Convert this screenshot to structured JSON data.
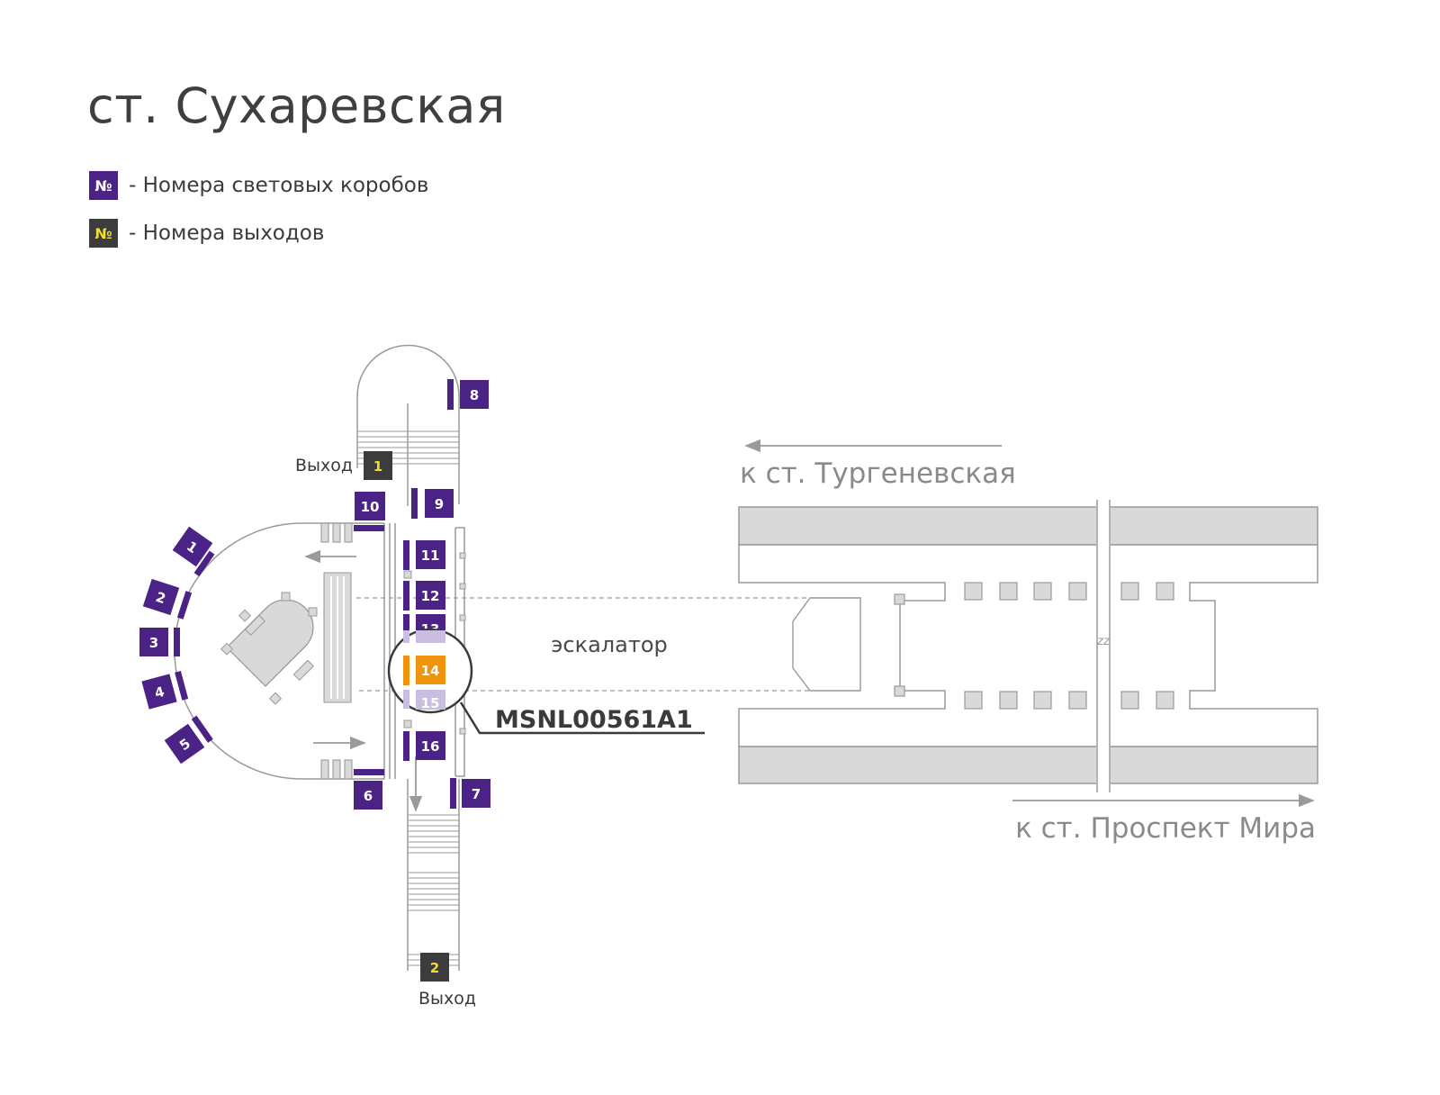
{
  "title": "ст. Сухаревская",
  "colors": {
    "lightbox": "#4b2386",
    "exit_bg": "#3c3c3c",
    "exit_text": "#f2dc2c",
    "highlight": "#f0930f",
    "faded": "#c9bde0",
    "line": "#9a9a9a",
    "track_fill": "#d9d9d9"
  },
  "legend": [
    {
      "badge": "№",
      "text": "- Номера световых коробов",
      "type": "lightbox"
    },
    {
      "badge": "№",
      "text": "- Номера выходов",
      "type": "exit"
    }
  ],
  "exits": [
    {
      "number": "1",
      "label": "Выход"
    },
    {
      "number": "2",
      "label": "Выход"
    }
  ],
  "lightboxes": [
    "1",
    "2",
    "3",
    "4",
    "5",
    "6",
    "7",
    "8",
    "9",
    "10",
    "11",
    "12",
    "13",
    "14",
    "15",
    "16"
  ],
  "highlighted_box": "14",
  "callout_code": "MSNL00561A1",
  "escalator_label": "эскалатор",
  "direction_top": "к ст. Тургеневская",
  "direction_bottom": "к ст. Проспект Мира",
  "break_mark": "zz"
}
